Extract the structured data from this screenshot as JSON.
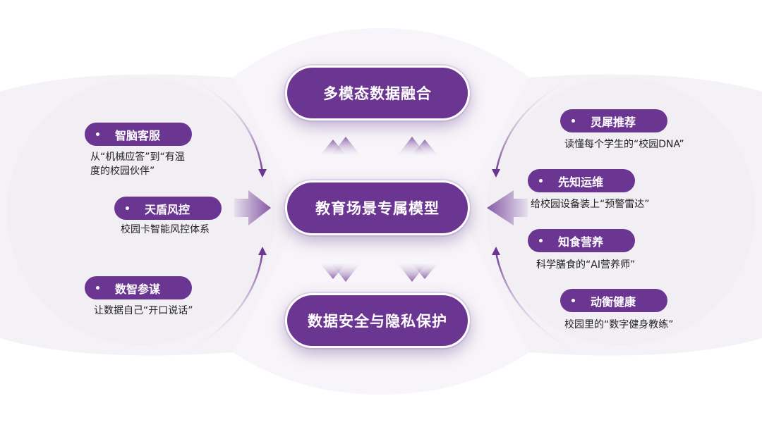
{
  "center": {
    "top": "多模态数据融合",
    "middle": "教育场景专属模型",
    "bottom": "数据安全与隐私保护"
  },
  "left": [
    {
      "label": "智脑客服",
      "desc": [
        "从“机械应答”到“有温",
        "度的校园伙伴”"
      ]
    },
    {
      "label": "天盾风控",
      "desc": [
        "校园卡智能风控体系"
      ]
    },
    {
      "label": "数智参谋",
      "desc": [
        "让数据自己“开口说话”"
      ]
    }
  ],
  "right": [
    {
      "label": "灵犀推荐",
      "desc": [
        "读懂每个学生的“校园DNA”"
      ]
    },
    {
      "label": "先知运维",
      "desc": [
        "给校园设备装上“预警雷达”"
      ]
    },
    {
      "label": "知食营养",
      "desc": [
        "科学膳食的“AI营养师”"
      ]
    },
    {
      "label": "动衡健康",
      "desc": [
        "校园里的“数字健身教练”"
      ]
    }
  ],
  "colors": {
    "primary": "#6b3592",
    "soft_bg": "#f3f1f5",
    "arrow": "#7a45a3"
  },
  "icons": [
    "curved-arrow-icon",
    "chevron-arrow-icon",
    "bullet-dot-icon"
  ]
}
